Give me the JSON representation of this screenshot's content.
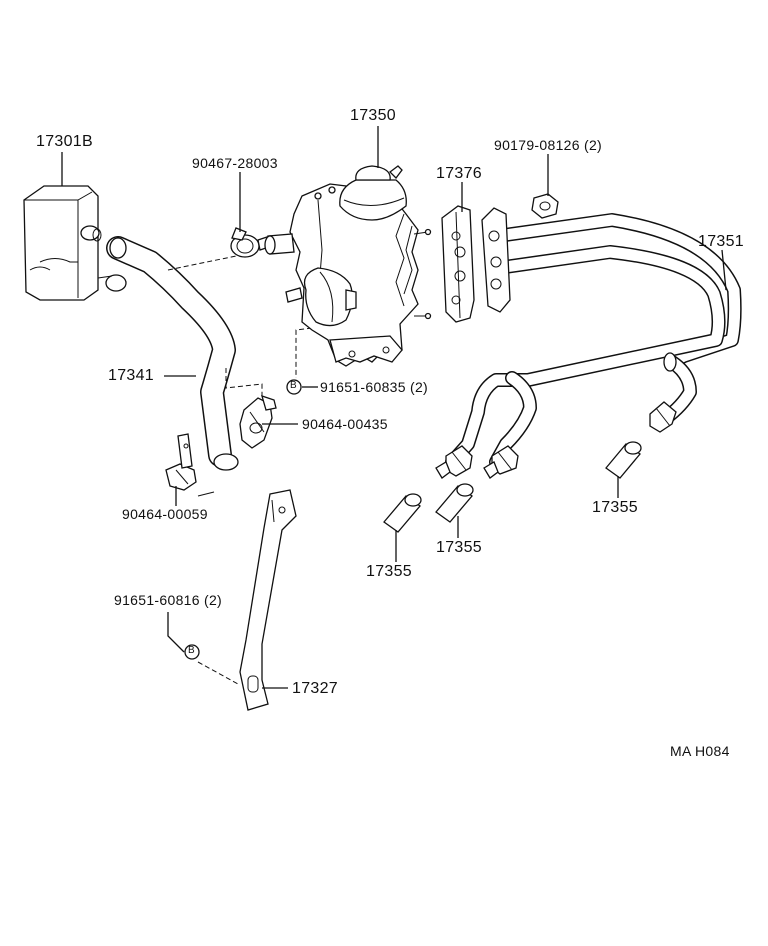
{
  "labels": {
    "p17301b": "17301B",
    "p90467": "90467-28003",
    "p17350": "17350",
    "p90179": "90179-08126 (2)",
    "p17376": "17376",
    "p17351": "17351",
    "p17341": "17341",
    "p91651a": "91651-60835 (2)",
    "p90464a": "90464-00435",
    "p90464b": "90464-00059",
    "p17355a": "17355",
    "p17355b": "17355",
    "p17355c": "17355",
    "p91651b": "91651-60816 (2)",
    "p17327": "17327",
    "marker_a": "B",
    "marker_b": "B"
  },
  "diagram_code": "MA H084"
}
